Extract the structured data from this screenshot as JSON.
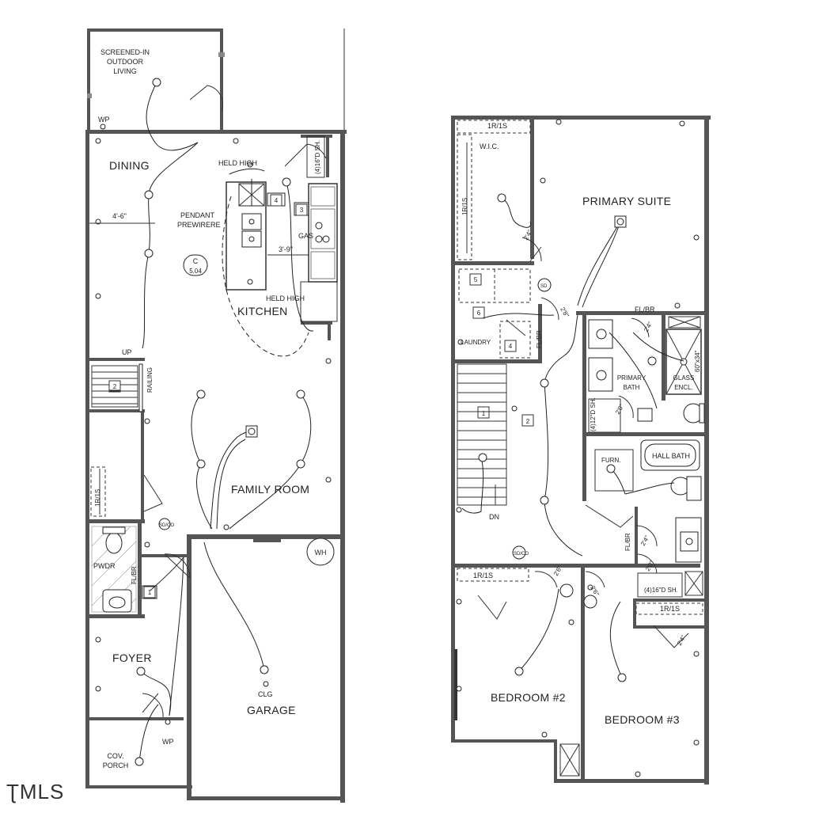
{
  "first_floor": {
    "rooms": {
      "screened_porch": [
        "SCREENED-IN",
        "OUTDOOR",
        "LIVING"
      ],
      "dining": "DINING",
      "kitchen": "KITCHEN",
      "family_room": "FAMILY ROOM",
      "foyer": "FOYER",
      "garage": "GARAGE",
      "powder": "PWDR",
      "cov_porch": [
        "COV.",
        "PORCH"
      ]
    },
    "notes": {
      "wp_top": "WP",
      "wp_bottom": "WP",
      "held_high_top": "HELD HIGH",
      "held_high_bottom": "HELD HIGH",
      "pendant": [
        "PENDANT",
        "PREWIRERE"
      ],
      "dim_dining": "4'-6\"",
      "dim_kitchen": "3'-9\"",
      "gas": "GAS",
      "sh_top": "(4)16\"D SH.",
      "section_ref": [
        "C",
        "5.04"
      ],
      "up": "UP",
      "railing": "RAILING",
      "shelf": "1R/1S",
      "fl_br": "FL/BR",
      "clg": "CLG",
      "wh": "WH",
      "sd_co": "SD/CO",
      "tag_4": "4",
      "tag_3": "3",
      "tag_2": "2",
      "tag_1": "1"
    }
  },
  "second_floor": {
    "rooms": {
      "wic": "W.I.C.",
      "primary_suite": "PRIMARY SUITE",
      "laundry": "LAUNDRY",
      "primary_bath": [
        "PRIMARY",
        "BATH"
      ],
      "glass_encl": [
        "GLASS",
        "ENCL."
      ],
      "hall_bath": "HALL BATH",
      "furn": "FURN.",
      "bedroom2": "BEDROOM #2",
      "bedroom3": "BEDROOM #3"
    },
    "notes": {
      "shelf_top": "1R/1S",
      "shelf_side": "1R/1S",
      "shelf_br2": "1R/1S",
      "shelf_br3": "1R/1S",
      "fl_br_top": "FL/BR",
      "fl_br_laundry": "FL/BR",
      "fl_br_hall": "FL/BR",
      "shower_size": "60\"x34\"",
      "sh_bath": "(4)12\"D SH.",
      "sh_hall": "(4)16\"D SH.",
      "dn": "DN",
      "sd": "SD",
      "sd_co": "SD/CO",
      "dim_24_a": "2'4\"",
      "dim_28": "2'8\"",
      "dim_24_b": "2'4\"",
      "dim_20_a": "2'0\"",
      "dim_24_c": "2'4\"",
      "dim_20_b": "2'0\"",
      "dim_26_a": "2'6\"",
      "dim_26_b": "2'6\"",
      "dim_24_d": "2'4\"",
      "tag_5": "5",
      "tag_6": "6",
      "tag_4": "4",
      "tag_1": "1",
      "tag_2": "2"
    }
  },
  "watermark": "ƮMLS"
}
